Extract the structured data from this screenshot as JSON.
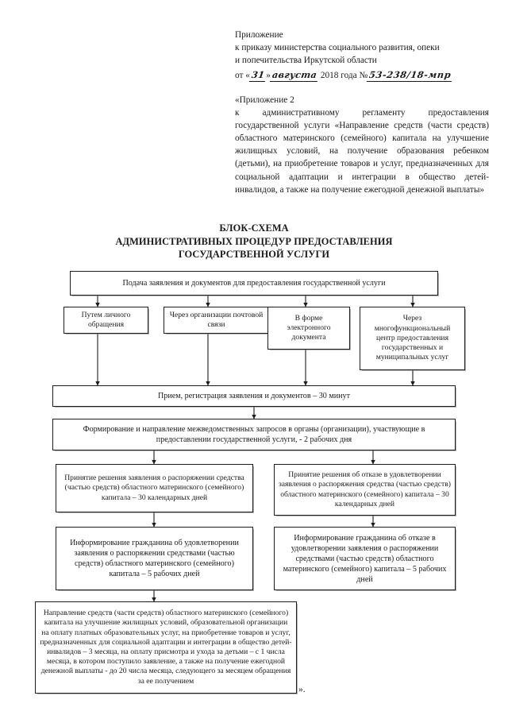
{
  "document": {
    "header": {
      "lines": [
        "Приложение",
        "к приказу министерства социального развития, опеки",
        "и попечительства Иркутской области"
      ],
      "date_prefix": "от «",
      "date_day": "31",
      "date_quote": "»",
      "date_month": "августа",
      "date_year": "2018 года",
      "number_label": "№",
      "date_number": "53-238/18-мпр"
    },
    "annex": {
      "first_line": "«Приложение 2",
      "body": "к административному регламенту предоставления государственной услуги «Направление средств (части средств) областного материнского (семейного) капитала на улучшение жилищных условий, на получение образования ребенком (детьми), на приобретение товаров и услуг, предназначенных для социальной адаптации и интеграции в общество детей-инвалидов, а также на получение ежегодной денежной выплаты»"
    },
    "title": {
      "line1": "БЛОК-СХЕМА",
      "line2": "АДМИНИСТРАТИВНЫХ ПРОЦЕДУР ПРЕДОСТАВЛЕНИЯ",
      "line3": "ГОСУДАРСТВЕННОЙ УСЛУГИ"
    },
    "closing_quote": "».",
    "flowchart": {
      "nodes": {
        "submission": "Подача заявления и документов для предоставления государственной услуги",
        "channel_personal": "Путем личного обращения",
        "channel_post": "Через организации почтовой связи",
        "channel_electronic": "В форме электронного документа",
        "channel_mfc": "Через многофункциональный центр предоставления государственных и муниципальных услуг",
        "registration": "Прием, регистрация заявления и документов – 30 минут",
        "interagency": "Формирование и направление межведомственных запросов в органы (организации), участвующие в предоставлении государственной услуги, - 2 рабочих дня",
        "decision_approve": "Принятие решения заявления о распоряжении средства (частью средств) областного материнского (семейного) капитала – 30 календарных дней",
        "decision_refuse": "Принятие решения об отказе в удовлетворении заявления о распоряжения средства (частью средств) областного материнского (семейного) капитала – 30 календарных дней",
        "inform_approve": "Информирование гражданина об удовлетворении заявления о распоряжении средствами (частью средств) областного материнского (семейного) капитала – 5 рабочих дней",
        "inform_refuse": "Информирование гражданина об отказе в удовлетворении заявления о распоряжении средствами (частью средств) областного материнского (семейного) капитала – 5 рабочих дней",
        "disbursement": "Направление средств (части средств) областного материнского (семейного) капитала на улучшение жилищных условий, образовательной организации на оплату платных образовательных услуг, на приобретение товаров и услуг, предназначенных для социальной адаптации и интеграции в общество детей-инвалидов – 3 месяца, на оплату присмотра и ухода за детьми – с 1 числа месяца, в котором поступило заявление, а также на получение ежегодной денежной выплаты - до 20 числа месяца, следующего за месяцем обращения за ее получением"
      }
    }
  },
  "colors": {
    "page_background": "#ffffff",
    "text": "#1a1a1a",
    "box_border": "#1d1d1d",
    "connector": "#1d1d1d",
    "box_shadow": "#787878"
  }
}
